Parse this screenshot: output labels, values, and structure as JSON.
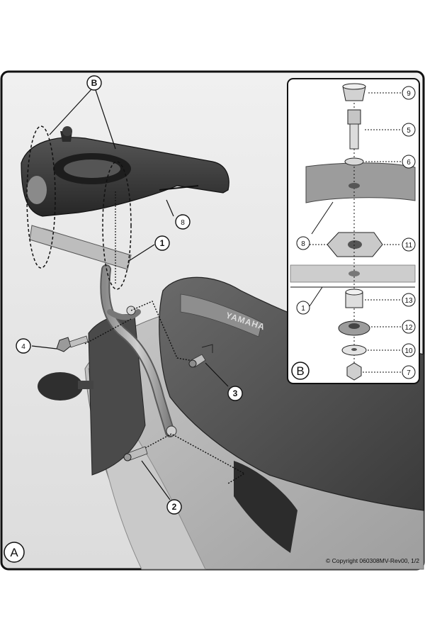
{
  "panel_a": {
    "label": "A",
    "callouts": {
      "b": "B",
      "one": "1",
      "two": "2",
      "three": "3",
      "four": "4",
      "eight": "8"
    },
    "brand_text": "YAMAHA",
    "copyright": "© Copyright 060308MV-Rev00, 1/2"
  },
  "panel_b": {
    "label": "B",
    "parts": {
      "p9": "9",
      "p5": "5",
      "p6": "6",
      "p8": "8",
      "p11": "11",
      "p1": "1",
      "p13": "13",
      "p12": "12",
      "p10": "10",
      "p7": "7"
    }
  },
  "colors": {
    "line": "#111111",
    "rack": "#3b3b3b",
    "tube": "#a9a9a9",
    "bike_body": "#b9b9b9",
    "seat": "#5e5e5e",
    "background": "#e7e7e7"
  }
}
